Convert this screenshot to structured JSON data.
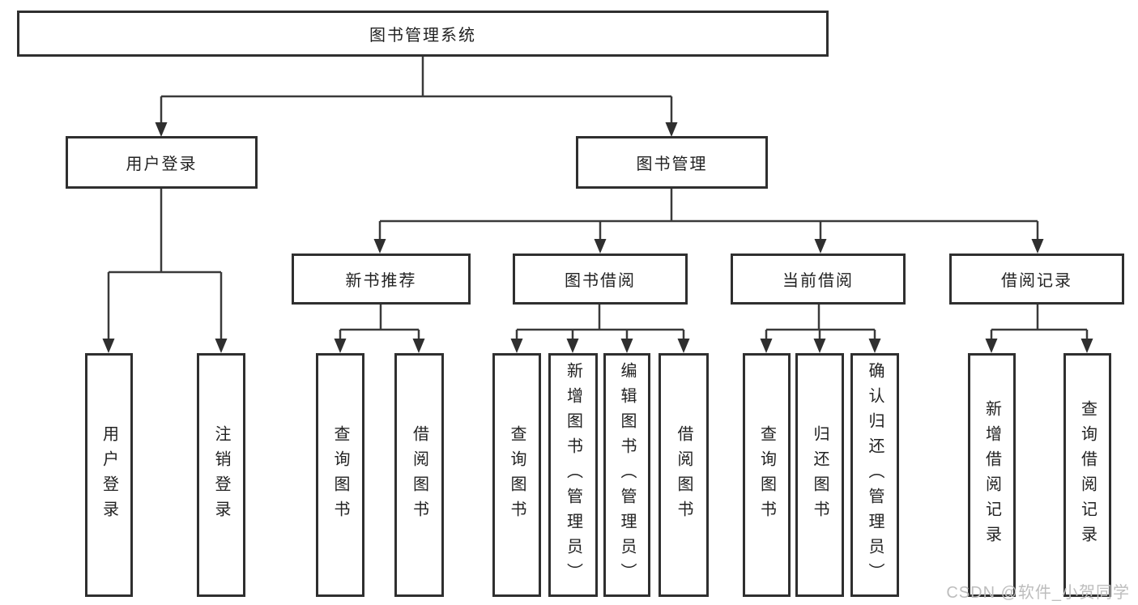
{
  "diagram": {
    "root": {
      "label": "图书管理系统"
    },
    "level2": [
      {
        "label": "用户登录"
      },
      {
        "label": "图书管理"
      }
    ],
    "level3": [
      {
        "label": "新书推荐"
      },
      {
        "label": "图书借阅"
      },
      {
        "label": "当前借阅"
      },
      {
        "label": "借阅记录"
      }
    ],
    "leaves": {
      "user_login": [
        {
          "label": "用户登录"
        },
        {
          "label": "注销登录"
        }
      ],
      "new_books": [
        {
          "label": "查询图书"
        },
        {
          "label": "借阅图书"
        }
      ],
      "book_borrow": [
        {
          "label": "查询图书"
        },
        {
          "label": "新增图书（管理员）"
        },
        {
          "label": "编辑图书（管理员）"
        },
        {
          "label": "借阅图书"
        }
      ],
      "current_borrow": [
        {
          "label": "查询图书"
        },
        {
          "label": "归还图书"
        },
        {
          "label": "确认归还（管理员）"
        }
      ],
      "borrow_records": [
        {
          "label": "新增借阅记录"
        },
        {
          "label": "查询借阅记录"
        }
      ]
    },
    "watermark": "CSDN @软件_小贺同学",
    "colors": {
      "border": "#2f2f2f",
      "line": "#3a3a3a",
      "text": "#222222",
      "watermark": "#bdbdbd",
      "background": "#ffffff"
    }
  }
}
